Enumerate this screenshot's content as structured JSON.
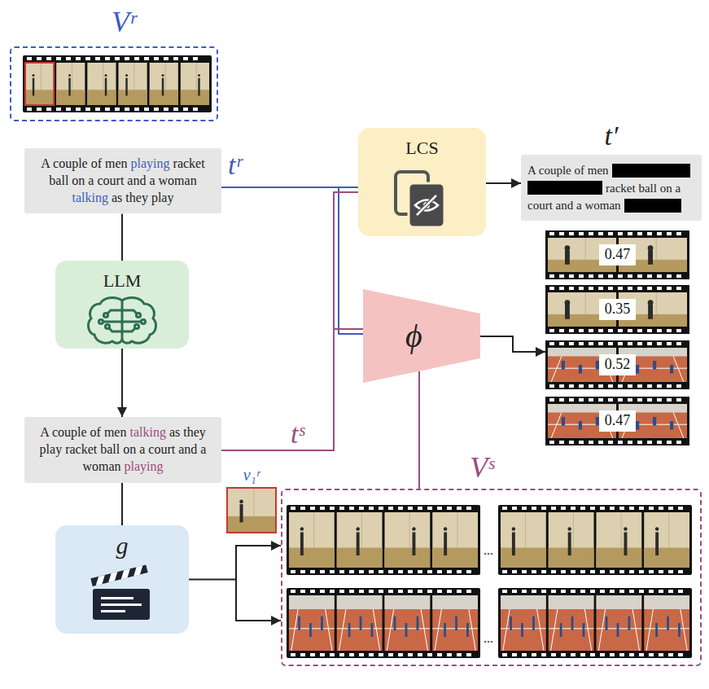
{
  "diagram": {
    "nodes": [
      {
        "text": [
          "Vʳ"
        ]
      },
      {
        "text": [
          "A couple of men playing racket ball on a court and a woman talking as they play",
          "tʳ"
        ]
      },
      {
        "text": [
          "LLM"
        ]
      },
      {
        "text": [
          "A couple of men talking as they play racket ball on a court and a woman playing",
          "tˢ"
        ]
      },
      {
        "text": [
          "g"
        ]
      },
      {
        "text": [
          "LCS"
        ]
      },
      {
        "text": [
          "t′",
          "A couple of men",
          "racket ball on a court and a woman"
        ]
      },
      {
        "text": [
          "ϕ"
        ]
      },
      {
        "text": [
          "0.47"
        ]
      },
      {
        "text": [
          "0.35"
        ]
      },
      {
        "text": [
          "0.52"
        ]
      },
      {
        "text": [
          "0.47"
        ]
      },
      {
        "text": [
          "Vˢ"
        ]
      },
      {
        "text": [
          "v₁ʳ"
        ]
      }
    ],
    "edges": [
      {
        "from": 1,
        "to": 2,
        "arrow": "none"
      },
      {
        "from": 2,
        "to": 3,
        "arrow": "to"
      },
      {
        "from": 3,
        "to": 4,
        "arrow": "none"
      },
      {
        "from": 4,
        "to": 12,
        "arrow": "to"
      },
      {
        "from": 1,
        "to": 5,
        "arrow": "none"
      },
      {
        "from": 1,
        "to": 7,
        "arrow": "none"
      },
      {
        "from": 3,
        "to": 5,
        "arrow": "none"
      },
      {
        "from": 3,
        "to": 7,
        "arrow": "none"
      },
      {
        "from": 5,
        "to": 6,
        "arrow": "to"
      },
      {
        "from": 7,
        "to": 10,
        "arrow": "to"
      },
      {
        "from": 12,
        "to": 7,
        "arrow": "none"
      }
    ],
    "labels": [
      "...",
      "..."
    ]
  }
}
